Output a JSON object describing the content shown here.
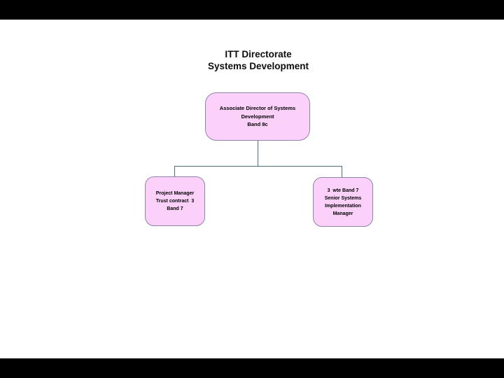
{
  "slide": {
    "title": {
      "line1": "ITT Directorate",
      "line2": "Systems Development"
    }
  },
  "org_chart": {
    "root": {
      "lines": [
        "Associate Director of Systems",
        "Development",
        "Band 8c"
      ]
    },
    "children": [
      {
        "id": "project-manager",
        "lines": [
          "Project Manager",
          "Trust contract  3",
          "Band 7"
        ]
      },
      {
        "id": "senior-systems-implementation-manager",
        "lines": [
          "3  wte Band 7",
          "Senior Systems",
          "Implementation",
          "Manager"
        ]
      }
    ]
  },
  "colors": {
    "box_fill": "#fbd1fa",
    "box_border": "#8c85aa",
    "connector": "#4e6f83",
    "letterbox": "#000000",
    "background": "#ffffff",
    "text": "#000000"
  }
}
